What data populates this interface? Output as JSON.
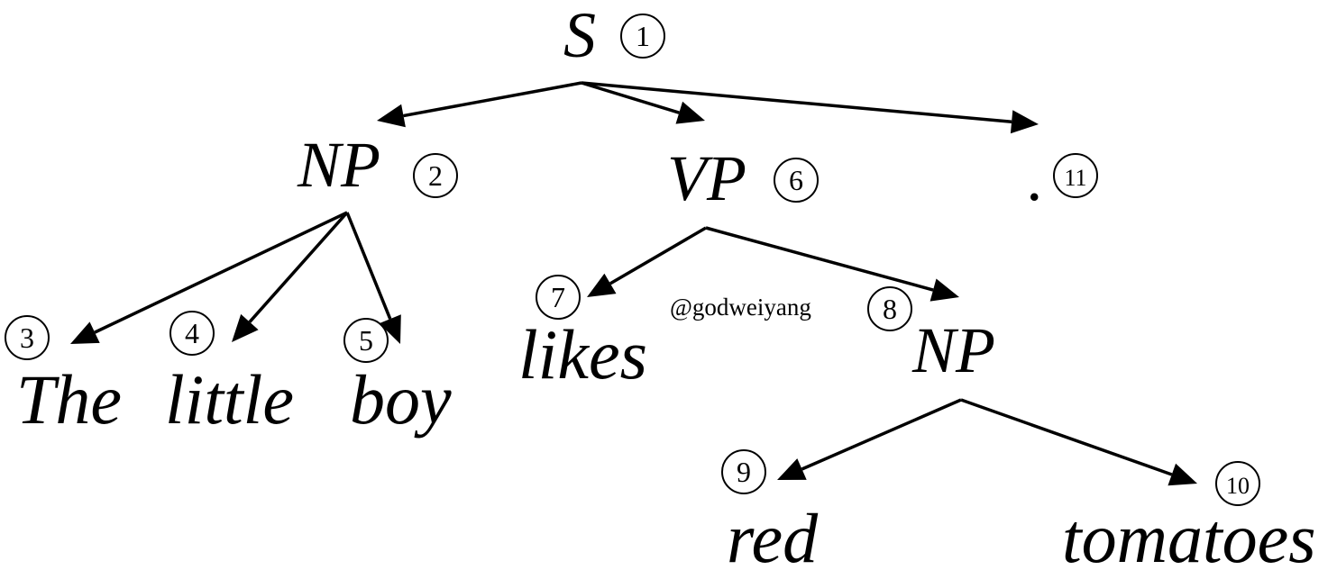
{
  "diagram": {
    "nodes": [
      {
        "id": "n1",
        "label": "S",
        "number": "1"
      },
      {
        "id": "n2",
        "label": "NP",
        "number": "2"
      },
      {
        "id": "n3",
        "label": "The",
        "number": "3"
      },
      {
        "id": "n4",
        "label": "little",
        "number": "4"
      },
      {
        "id": "n5",
        "label": "boy",
        "number": "5"
      },
      {
        "id": "n6",
        "label": "VP",
        "number": "6"
      },
      {
        "id": "n7",
        "label": "likes",
        "number": "7"
      },
      {
        "id": "n8",
        "label": "NP",
        "number": "8"
      },
      {
        "id": "n9",
        "label": "red",
        "number": "9"
      },
      {
        "id": "n10",
        "label": "tomatoes",
        "number": "10"
      },
      {
        "id": "n11",
        "label": ".",
        "number": "11"
      }
    ],
    "edges": [
      {
        "from": "n1",
        "to": "n2"
      },
      {
        "from": "n1",
        "to": "n6"
      },
      {
        "from": "n1",
        "to": "n11"
      },
      {
        "from": "n2",
        "to": "n3"
      },
      {
        "from": "n2",
        "to": "n4"
      },
      {
        "from": "n2",
        "to": "n5"
      },
      {
        "from": "n6",
        "to": "n7"
      },
      {
        "from": "n6",
        "to": "n8"
      },
      {
        "from": "n8",
        "to": "n9"
      },
      {
        "from": "n8",
        "to": "n10"
      }
    ],
    "watermark": "@godweiyang"
  }
}
